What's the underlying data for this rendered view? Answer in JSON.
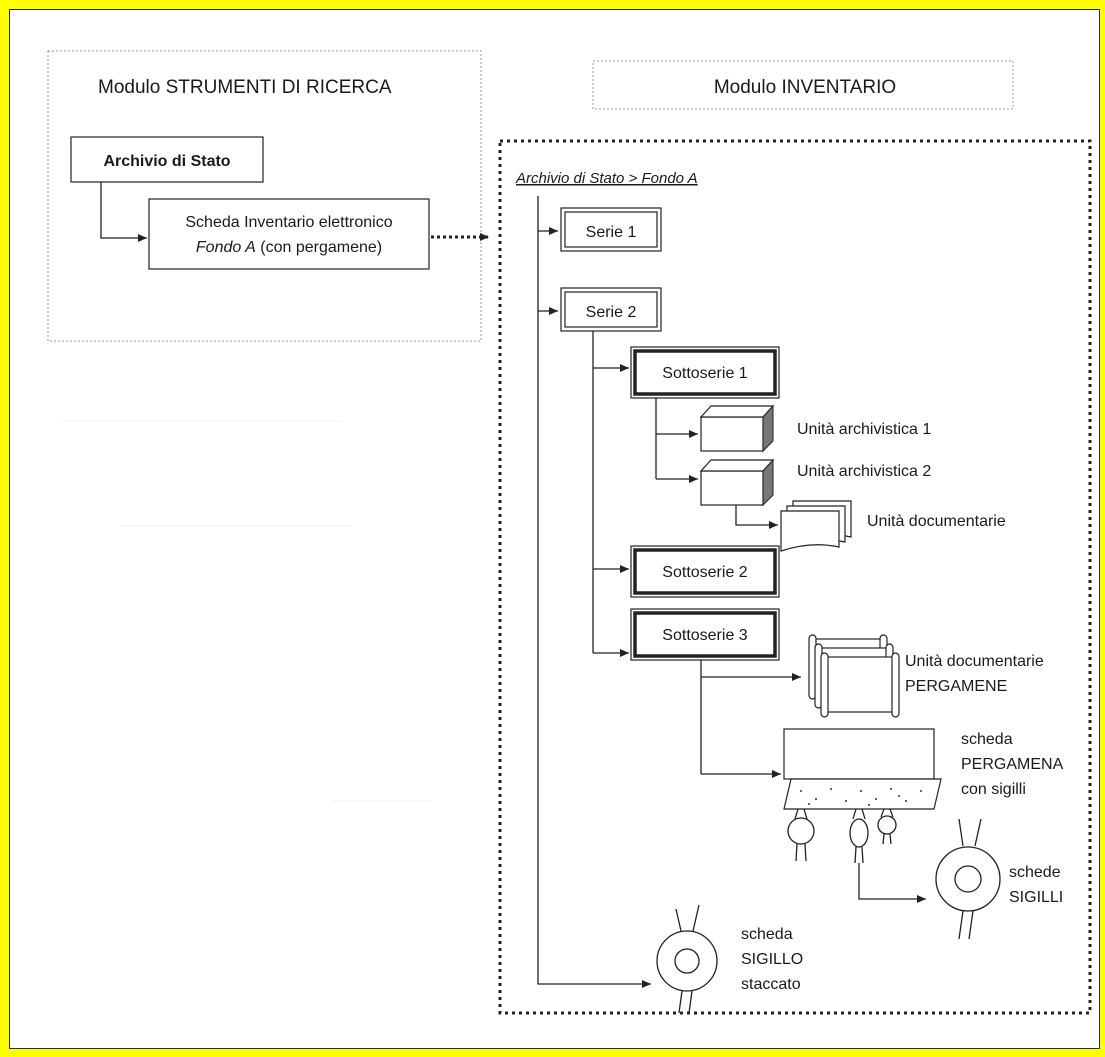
{
  "colors": {
    "page_border": "#ffff00",
    "ink": "#1a1a1a",
    "background": "#ffffff"
  },
  "modules": {
    "ricerca_title": "Modulo STRUMENTI DI RICERCA",
    "inventario_title": "Modulo INVENTARIO"
  },
  "ricerca": {
    "archivio": "Archivio di Stato",
    "scheda_line1": "Scheda Inventario elettronico",
    "scheda_line2_italic": "Fondo A",
    "scheda_line2_rest": " (con pergamene)"
  },
  "inventario": {
    "breadcrumb": "Archivio di Stato > Fondo A",
    "serie1": "Serie 1",
    "serie2": "Serie 2",
    "sottoserie1": "Sottoserie 1",
    "sottoserie2": "Sottoserie 2",
    "sottoserie3": "Sottoserie 3",
    "unita_archivistica_1": "Unità archivistica 1",
    "unita_archivistica_2": "Unità archivistica 2",
    "unita_documentarie": "Unità documentarie",
    "pergamene_line1": "Unità documentarie",
    "pergamene_line2": "PERGAMENE",
    "scheda_pergamena": [
      "scheda",
      "PERGAMENA",
      "con sigilli"
    ],
    "schede_sigilli": [
      "schede",
      "SIGILLI"
    ],
    "scheda_sigillo": [
      "scheda",
      "SIGILLO",
      "staccato"
    ]
  },
  "icons": [
    "box-icon",
    "document-stack-icon",
    "parchment-scroll-icon",
    "parchment-with-seals-icon",
    "seal-icon"
  ]
}
